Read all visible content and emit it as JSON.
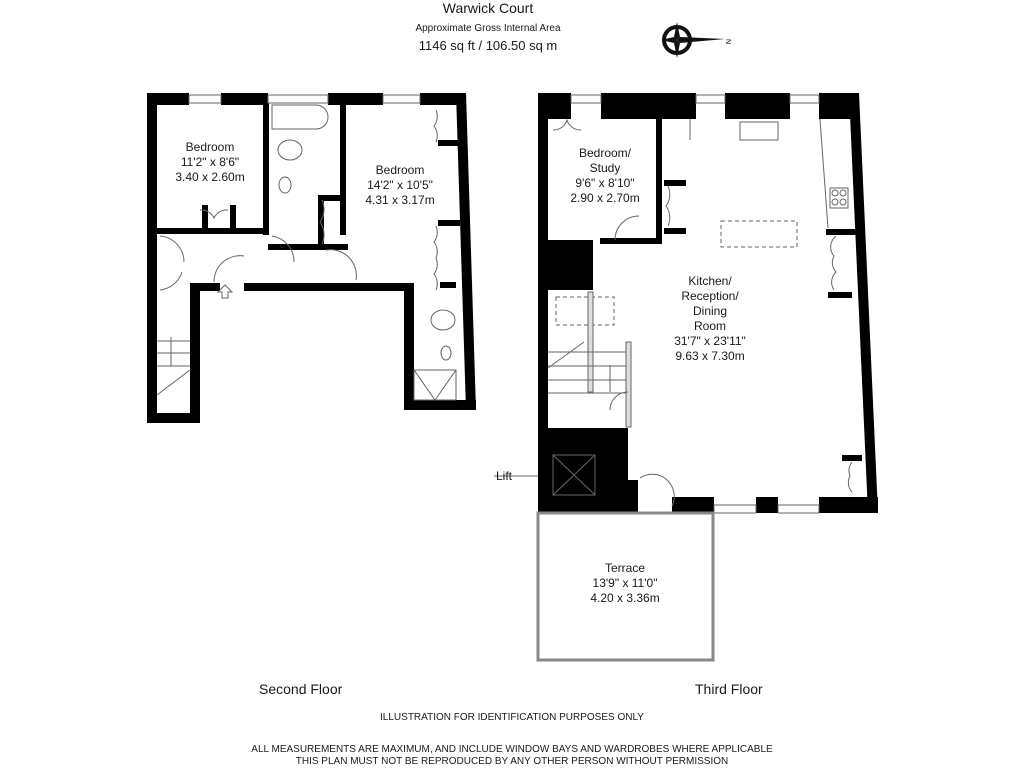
{
  "header": {
    "property_name": "Warwick Court",
    "area_caption": "Approximate Gross Internal Area",
    "area_value": "1146 sq ft  /  106.50 sq m",
    "compass_icon": "compass-rose-north-right"
  },
  "second_floor": {
    "label": "Second Floor",
    "rooms": [
      {
        "name": "Bedroom",
        "imperial": "11'2\" x 8'6\"",
        "metric": "3.40 x 2.60m"
      },
      {
        "name": "Bedroom",
        "imperial": "14'2\" x 10'5\"",
        "metric": "4.31 x 3.17m"
      }
    ]
  },
  "third_floor": {
    "label": "Third Floor",
    "rooms": [
      {
        "name_line1": "Bedroom/",
        "name_line2": "Study",
        "imperial": "9'6\" x 8'10\"",
        "metric": "2.90 x 2.70m"
      },
      {
        "name_line1": "Kitchen/",
        "name_line2": "Reception/",
        "name_line3": "Dining",
        "name_line4": "Room",
        "imperial": "31'7\" x 23'11\"",
        "metric": "9.63 x 7.30m"
      },
      {
        "name": "Terrace",
        "imperial": "13'9\" x 11'0\"",
        "metric": "4.20 x 3.36m"
      }
    ],
    "lift_label": "Lift"
  },
  "footer": {
    "notice": "ILLUSTRATION FOR IDENTIFICATION PURPOSES ONLY",
    "line1": "ALL MEASUREMENTS ARE MAXIMUM, AND INCLUDE WINDOW BAYS AND WARDROBES WHERE APPLICABLE",
    "line2": "THIS PLAN MUST NOT BE REPRODUCED BY ANY OTHER PERSON WITHOUT PERMISSION"
  },
  "colors": {
    "wall": "#000000",
    "line": "#555555",
    "background": "#ffffff"
  }
}
